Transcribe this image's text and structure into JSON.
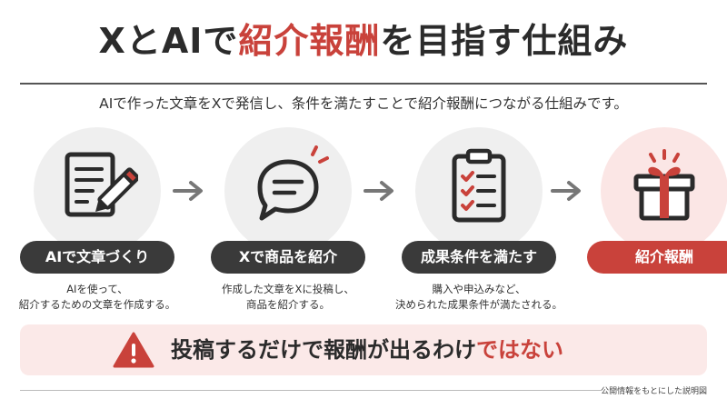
{
  "title": {
    "part1": "XとAIで",
    "accent": "紹介報酬",
    "part2": "を目指す仕組み"
  },
  "subtitle": "AIで作った文章をXで発信し、条件を満たすことで紹介報酬につながる仕組みです。",
  "steps": [
    {
      "label": "AIで文章づくり",
      "desc": "AIを使って、\n紹介するための文章を作成する。",
      "icon": "document-pencil-icon"
    },
    {
      "label": "Xで商品を紹介",
      "desc": "作成した文章をXに投稿し、\n商品を紹介する。",
      "icon": "speech-bubble-icon"
    },
    {
      "label": "成果条件を満たす",
      "desc": "購入や申込みなど、\n決められた成果条件が満たされる。",
      "icon": "checklist-clipboard-icon"
    },
    {
      "label": "紹介報酬",
      "desc": "",
      "icon": "gift-box-icon"
    }
  ],
  "warning": {
    "part1": "投稿するだけで報酬が出るわけ",
    "accent": "ではない",
    "icon": "warning-triangle-icon"
  },
  "footer": "公開情報をもとにした説明図",
  "colors": {
    "accent": "#c9423b",
    "dark": "#3a3a3a",
    "light_bg": "#efefef",
    "accent_bg": "#fbe9e8"
  }
}
